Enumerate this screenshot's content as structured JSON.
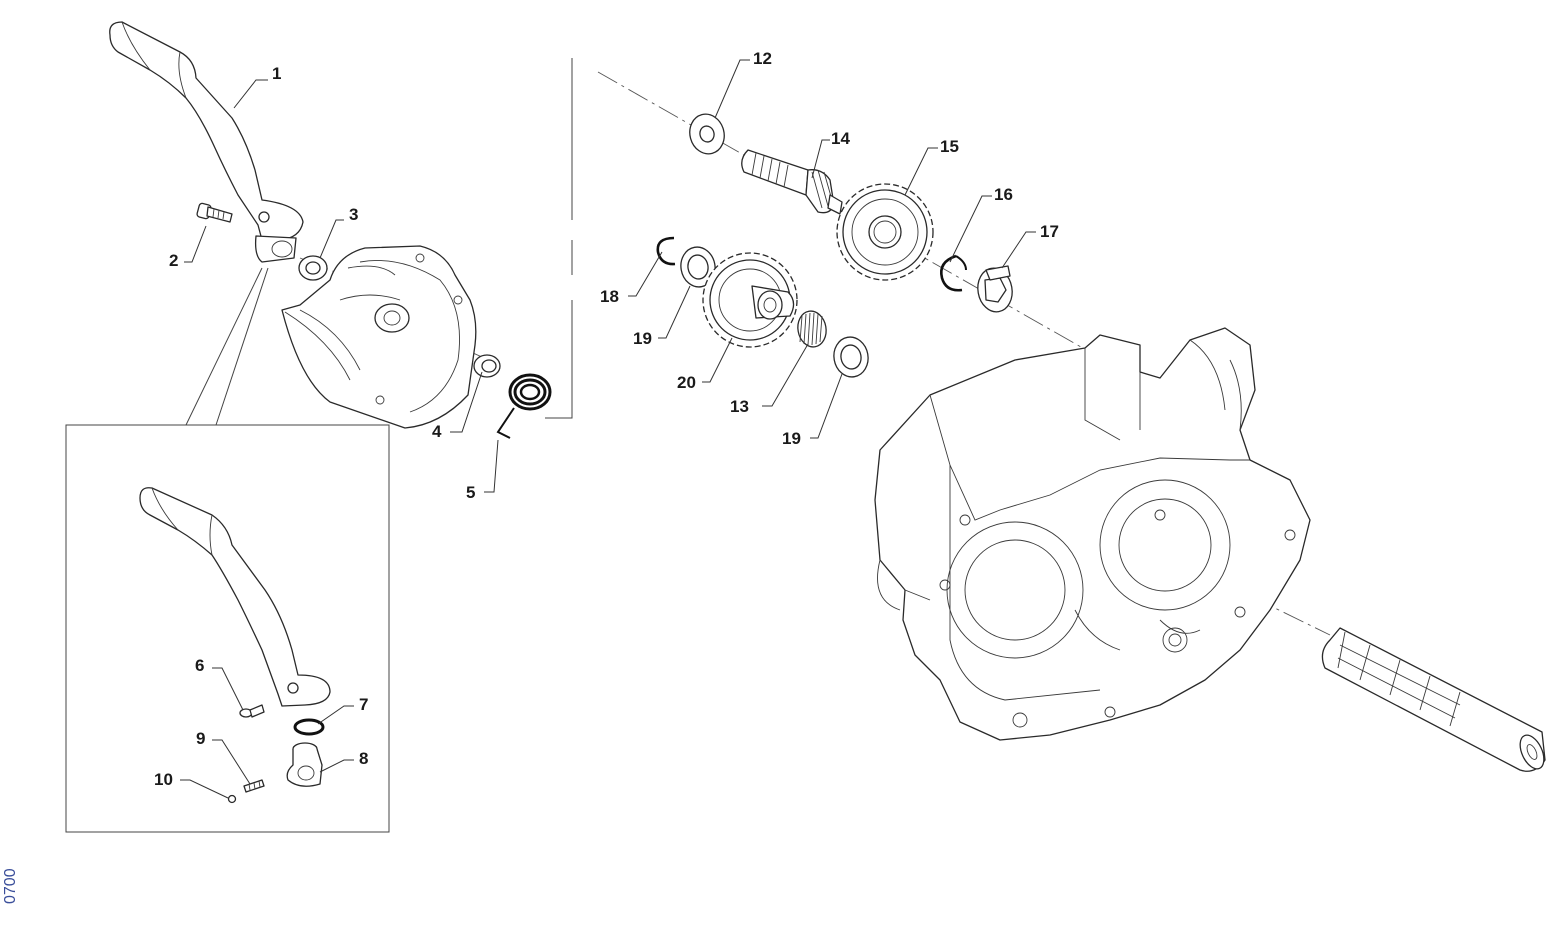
{
  "diagram": {
    "code": "0700",
    "callouts": {
      "c1": "1",
      "c2": "2",
      "c3": "3",
      "c4": "4",
      "c5": "5",
      "c6": "6",
      "c7": "7",
      "c8": "8",
      "c9": "9",
      "c10": "10",
      "c12": "12",
      "c13": "13",
      "c14": "14",
      "c15": "15",
      "c16": "16",
      "c17": "17",
      "c18": "18",
      "c19a": "19",
      "c19b": "19",
      "c20": "20"
    }
  }
}
